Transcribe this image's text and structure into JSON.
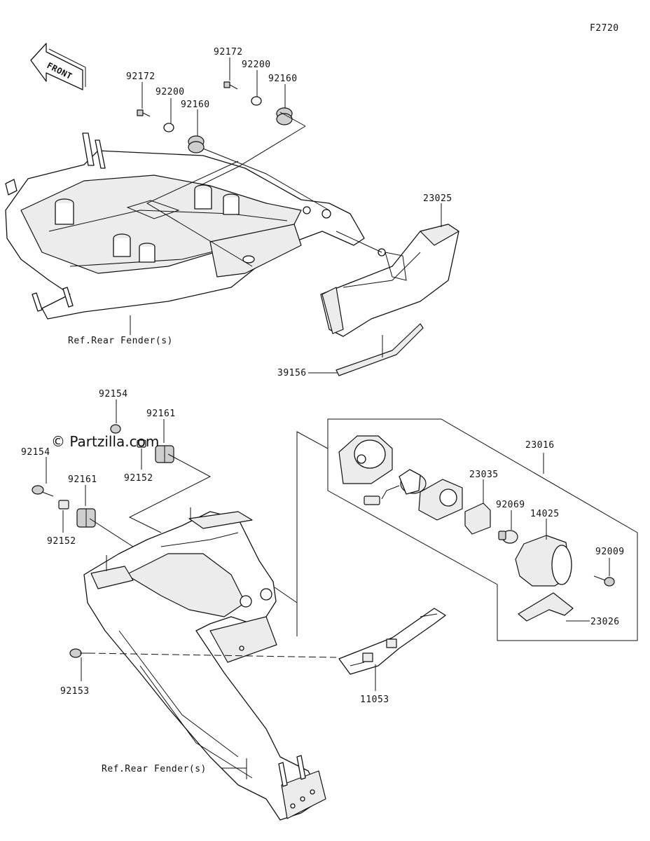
{
  "figure_code": "F2720",
  "front_marker": "FRONT",
  "watermark": "© Partzilla.com",
  "labels": {
    "p92172_a": "92172",
    "p92200_a": "92200",
    "p92160_a": "92160",
    "p92172_b": "92172",
    "p92200_b": "92200",
    "p92160_b": "92160",
    "p23025": "23025",
    "ref_rear_fender_top": "Ref.Rear Fender(s)",
    "p39156": "39156",
    "p92154_top": "92154",
    "p92161_top": "92161",
    "p92154_left": "92154",
    "p92152_top": "92152",
    "p92161_left": "92161",
    "p92152_left": "92152",
    "p23016": "23016",
    "p23035": "23035",
    "p92069": "92069",
    "p14025": "14025",
    "p92009": "92009",
    "p23026": "23026",
    "p92153": "92153",
    "p11053": "11053",
    "ref_rear_fender_bottom": "Ref.Rear Fender(s)"
  }
}
